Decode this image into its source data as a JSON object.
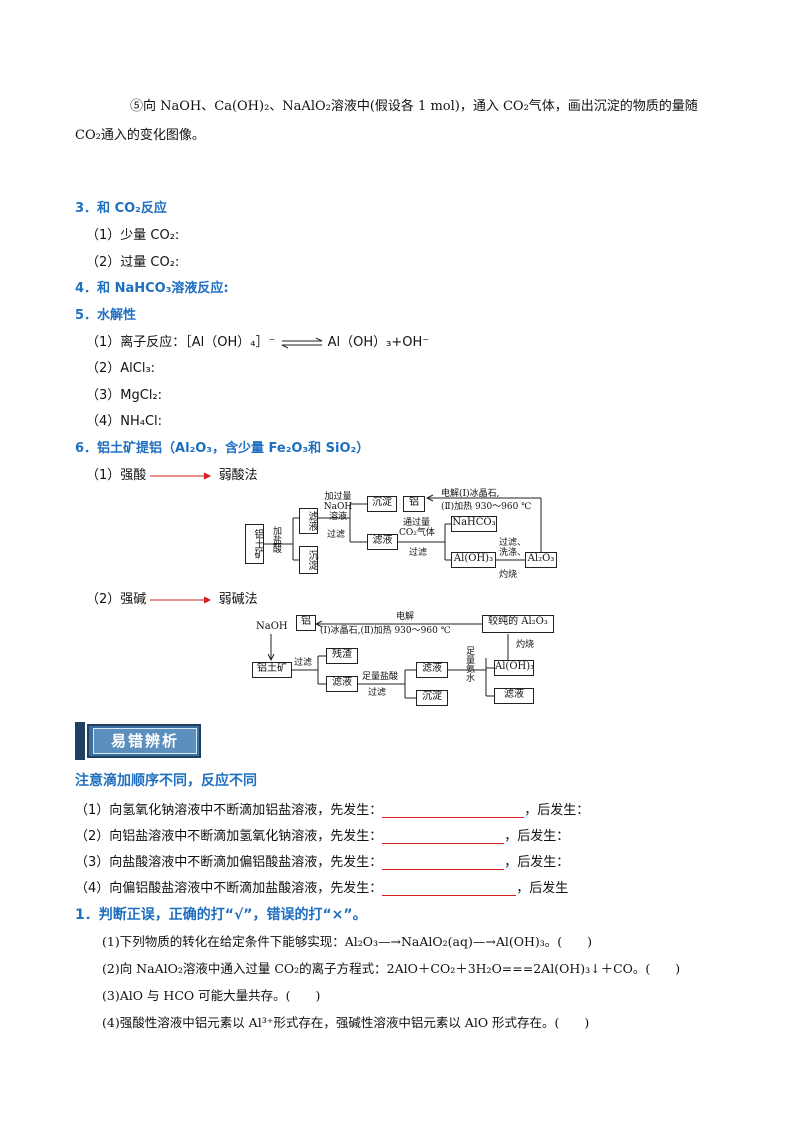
{
  "q5": {
    "line1": "⑤向 NaOH、Ca(OH)₂、NaAlO₂溶液中(假设各 1 mol)，通入 CO₂气体，画出沉淀的物质的量随",
    "line2": "CO₂通入的变化图像。"
  },
  "sec3": {
    "title": "3．和 CO₂反应",
    "a": "（1）少量 CO₂:",
    "b": "（2）过量 CO₂:"
  },
  "sec4": {
    "title": "4．和 NaHCO₃溶液反应:"
  },
  "sec5": {
    "title": "5．水解性",
    "a_prefix": "（1）离子反应：［Al（OH）₄］⁻",
    "a_suffix": "Al（OH）₃+OH⁻",
    "b": "（2）AlCl₃:",
    "c": "（3）MgCl₂:",
    "d": "（4）NH₄Cl:"
  },
  "sec6": {
    "title": "6．铝土矿提铝（Al₂O₃，含少量 Fe₂O₃和 SiO₂）",
    "m1_left": "（1）强酸",
    "m1_right": "弱酸法",
    "m2_left": "（2）强碱",
    "m2_right": "弱碱法"
  },
  "flow1": {
    "ore": "铝土矿",
    "add_hcl": "加盐酸",
    "filtrate": "滤液",
    "precipitate": "沉淀",
    "add_naoh": "加过量NaOH溶液",
    "filter": "过滤",
    "precip2": "沉淀",
    "filtrate2": "滤液",
    "al": "铝",
    "electrolysis1": "电解(Ⅰ)冰晶石,",
    "electrolysis2": "(Ⅱ)加热 930～960 ℃",
    "co2_1": "通过量",
    "co2_2": "CO₂气体",
    "filter2": "过滤",
    "nahco3": "NaHCO₃",
    "aloh3": "Al(OH)₃",
    "wash1": "过滤、",
    "wash2": "洗涤、",
    "wash3": "灼烧",
    "al2o3": "Al₂O₃"
  },
  "flow2": {
    "naoh": "NaOH",
    "ore": "铝土矿",
    "filter": "过滤",
    "residue": "残渣",
    "filtrate": "滤液",
    "hcl": "足量盐酸",
    "filter2": "过滤",
    "filtrate2": "滤液",
    "precip": "沉淀",
    "ammonia": "足量氨水",
    "aloh3": "Al(OH)₃",
    "filtrate3": "滤液",
    "burn": "灼烧",
    "pure": "较纯的 Al₂O₃",
    "al": "铝",
    "electrolysis": "电解",
    "cond": "(Ⅰ)冰晶石,(Ⅱ)加热 930～960 ℃"
  },
  "banner": "易错辨析",
  "order": {
    "title": "注意滴加顺序不同，反应不同",
    "items": [
      {
        "q": "（1）向氢氧化钠溶液中不断滴加铝盐溶液，先发生：",
        "tail": "，后发生："
      },
      {
        "q": "（2）向铝盐溶液中不断滴加氢氧化钠溶液，先发生：",
        "tail": "，后发生："
      },
      {
        "q": "（3）向盐酸溶液中不断滴加偏铝酸盐溶液，先发生：",
        "tail": "，后发生："
      },
      {
        "q": "（4）向偏铝酸盐溶液中不断滴加盐酸溶液，先发生：",
        "tail": "，后发生"
      }
    ]
  },
  "judge": {
    "title": "1．判断正误，正确的打“√”，错误的打“×”。",
    "items": [
      "(1)下列物质的转化在给定条件下能够实现：Al₂O₃—→NaAlO₂(aq)—→Al(OH)₃。(　　)",
      "(2)向 NaAlO₂溶液中通入过量 CO₂的离子方程式：2AlO＋CO₂＋3H₂O===2Al(OH)₃↓＋CO。(　　)",
      "(3)AlO 与 HCO 可能大量共存。(　　)",
      "(4)强酸性溶液中铝元素以 Al³⁺形式存在，强碱性溶液中铝元素以 AlO 形式存在。(　　)"
    ]
  },
  "colors": {
    "heading": "#1f6fc0",
    "red": "#d62020",
    "banner": "#3b6f9d"
  }
}
